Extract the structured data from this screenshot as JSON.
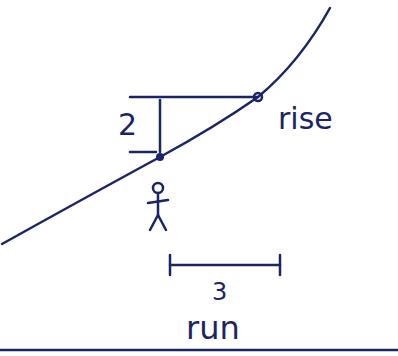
{
  "diagram": {
    "labels": [
      "2",
      "rise",
      "3",
      "run"
    ]
  }
}
